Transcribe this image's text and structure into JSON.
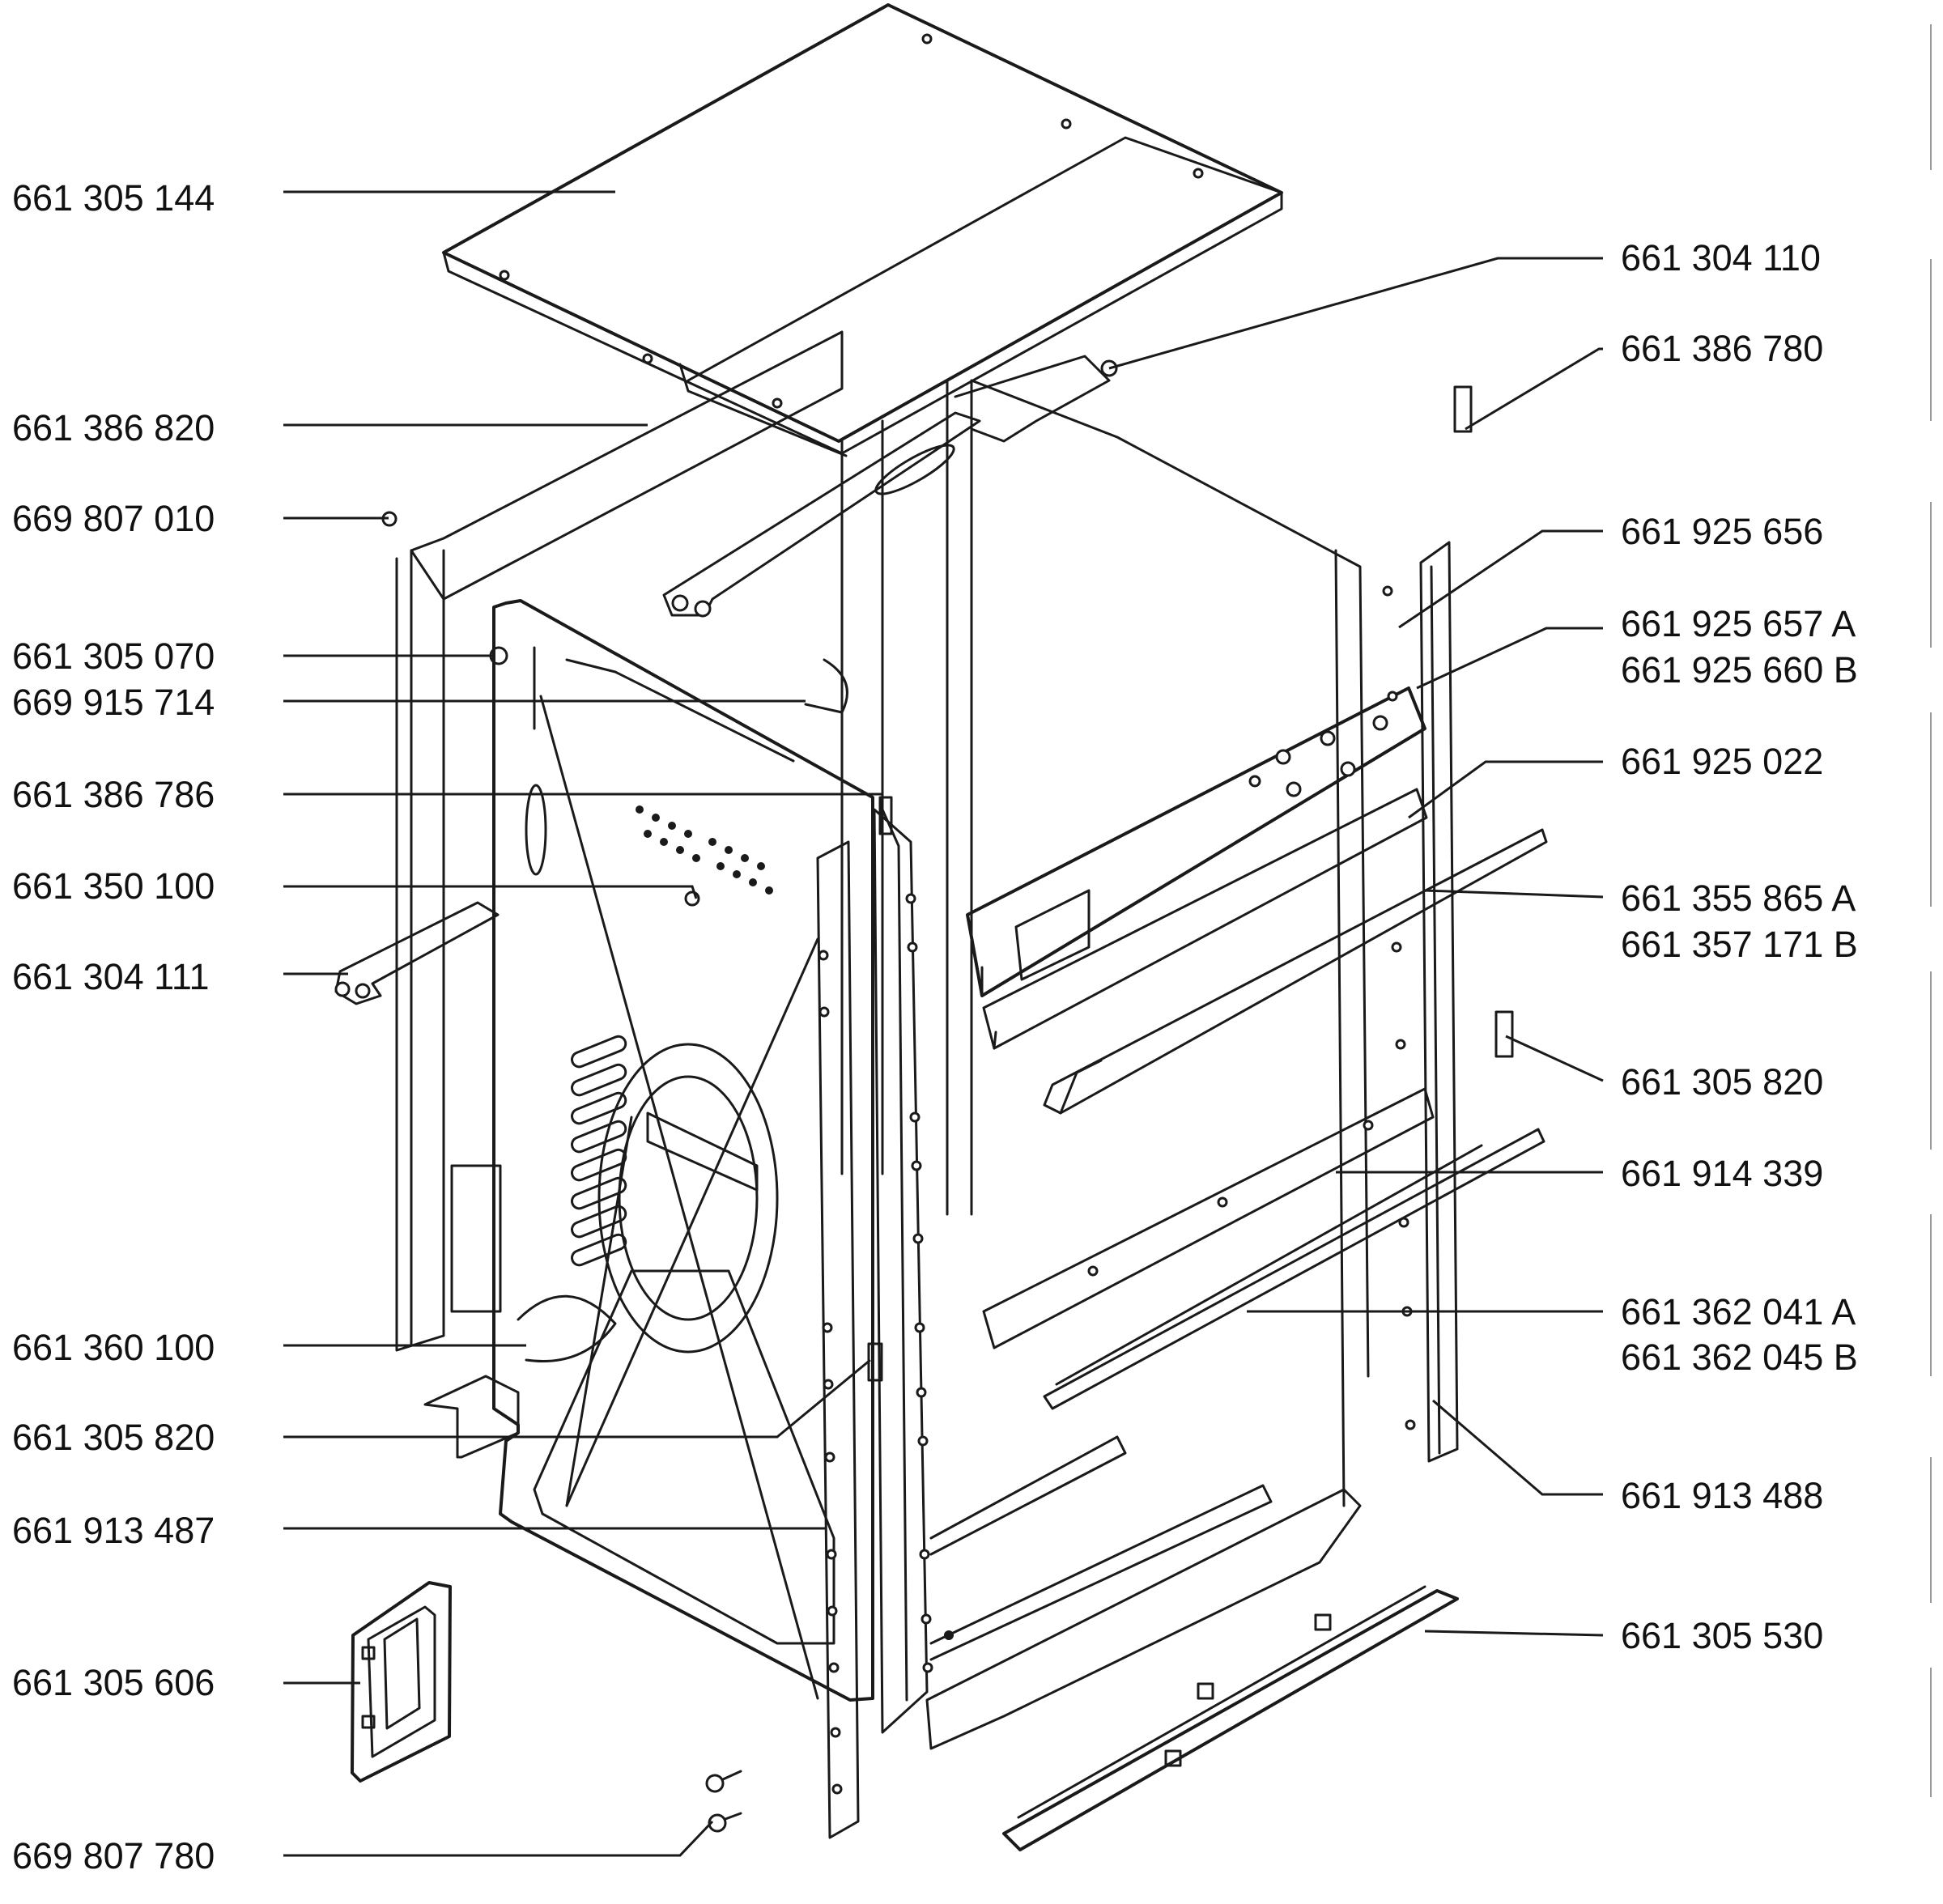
{
  "labels": {
    "left": [
      "661 305 144",
      "661 386 820",
      "669 807 010",
      "661 305 070",
      "669 915 714",
      "661 386 786",
      "661 350 100",
      "661 304 111",
      "661 360 100",
      "661 305 820",
      "661 913 487",
      "661 305 606",
      "669 807 780"
    ],
    "right": [
      "661 304 110",
      "661 386 780",
      "661 925 656",
      "661 925 657 A",
      "661 925 660 B",
      "661 925 022",
      "661 355 865 A",
      "661 357 171 B",
      "661 305 820",
      "661 914 339",
      "661 362 041 A",
      "661 362 045 B",
      "661 913 488",
      "661 305 530"
    ]
  }
}
